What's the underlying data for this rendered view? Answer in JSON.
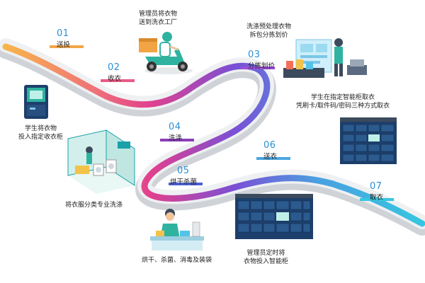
{
  "steps": [
    {
      "num": "01",
      "label": "送投"
    },
    {
      "num": "02",
      "label": "收衣"
    },
    {
      "num": "03",
      "label": "分拣划价"
    },
    {
      "num": "04",
      "label": "洗涤"
    },
    {
      "num": "05",
      "label": "烘干杀菌"
    },
    {
      "num": "06",
      "label": "送衣"
    },
    {
      "num": "07",
      "label": "取衣"
    }
  ],
  "captions": {
    "admin_to_factory": [
      "管理员将衣物",
      "送到洗衣工厂"
    ],
    "pre_sort": [
      "洗涤预处理衣物",
      "拆包分拣划价"
    ],
    "student_pickup": [
      "学生在指定智能柜取衣",
      "凭刷卡/取件码/密码三种方式取衣"
    ],
    "student_dropoff": [
      "学生将衣物",
      "投入指定收衣柜"
    ],
    "professional_wash": [
      "将衣服分类专业洗涤"
    ],
    "dry_sterilize": [
      "烘干、杀菌、消毒及装袋"
    ],
    "admin_to_cabinet": [
      "管理员定时将",
      "衣物投入智能柜"
    ]
  },
  "colors": {
    "path_start": "#f7b64c",
    "path_mid1": "#e0408e",
    "path_mid2": "#7a4fd6",
    "path_end": "#36c6e0",
    "accent_blue": "#2b8fd6",
    "teal": "#1aa1a8",
    "cabinet_dark": "#1d3f6b"
  }
}
